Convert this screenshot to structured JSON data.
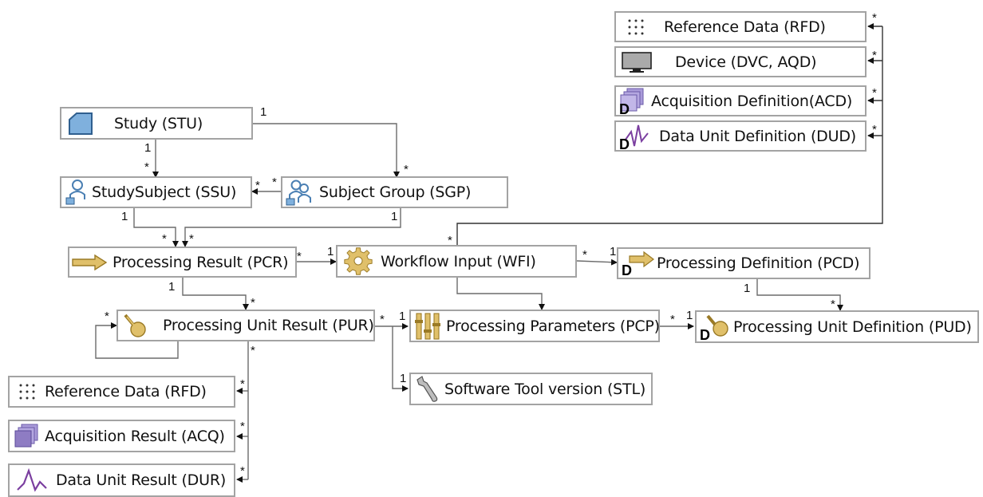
{
  "colors": {
    "box_border": "#a3a3a3",
    "connector": "#555555",
    "study_icon": "#4a7fb3",
    "processing_icon": "#d6b656",
    "acquisition_icon": "#8e7cc3",
    "data_unit_icon": "#7b3fa0"
  },
  "entities": {
    "rfd_top": {
      "label": "Reference Data (RFD)",
      "icon": "dot-grid-icon"
    },
    "dvc": {
      "label": "Device (DVC, AQD)",
      "icon": "monitor-icon"
    },
    "acd": {
      "label": "Acquisition Definition(ACD)",
      "icon": "acquisition-definition-icon"
    },
    "dud": {
      "label": "Data Unit Definition (DUD)",
      "icon": "data-unit-definition-icon"
    },
    "stu": {
      "label": "Study (STU)",
      "icon": "study-folder-icon"
    },
    "ssu": {
      "label": "StudySubject (SSU)",
      "icon": "person-icon"
    },
    "sgp": {
      "label": "Subject Group (SGP)",
      "icon": "group-icon"
    },
    "pcr": {
      "label": "Processing Result (PCR)",
      "icon": "arrow-icon"
    },
    "wfi": {
      "label": "Workflow Input (WFI)",
      "icon": "gear-icon"
    },
    "pcd": {
      "label": "Processing Definition (PCD)",
      "icon": "processing-definition-icon"
    },
    "pur": {
      "label": "Processing Unit Result (PUR)",
      "icon": "dial-icon"
    },
    "pcp": {
      "label": "Processing Parameters (PCP)",
      "icon": "sliders-icon"
    },
    "pud": {
      "label": "Processing Unit Definition (PUD)",
      "icon": "processing-unit-definition-icon"
    },
    "stl": {
      "label": "Software Tool version (STL)",
      "icon": "wrench-icon"
    },
    "rfd_bottom": {
      "label": "Reference Data (RFD)",
      "icon": "dot-grid-icon"
    },
    "acq": {
      "label": "Acquisition Result (ACQ)",
      "icon": "acquisition-icon"
    },
    "dur": {
      "label": "Data Unit Result (DUR)",
      "icon": "waveform-icon"
    }
  },
  "multiplicities": {
    "rfd_top_star": "*",
    "dvc_star": "*",
    "acd_star": "*",
    "dud_star": "*",
    "stu_sgp_one": "1",
    "stu_ssu_one": "1",
    "stu_ssu_star": "*",
    "sgp_star": "*",
    "ssu_sgp_star_a": "*",
    "ssu_sgp_star_b": "*",
    "ssu_pcr_one": "1",
    "sgp_pcr_one": "1",
    "pcr_star_a": "*",
    "pcr_star_b": "*",
    "wfi_top_star": "*",
    "pcr_wfi_star": "*",
    "pcr_wfi_one": "1",
    "wfi_pcd_star": "*",
    "wfi_pcd_one": "1",
    "pcr_pur_one": "1",
    "pcr_pur_star": "*",
    "pcd_pud_one": "1",
    "pcd_pud_star": "*",
    "pur_self_star": "*",
    "pur_pcp_star": "*",
    "pur_pcp_one": "1",
    "pcp_pud_star": "*",
    "pcp_pud_one": "1",
    "pur_down_star": "*",
    "stl_one": "1",
    "rfd_bottom_star": "*",
    "acq_star": "*",
    "dur_star": "*"
  }
}
